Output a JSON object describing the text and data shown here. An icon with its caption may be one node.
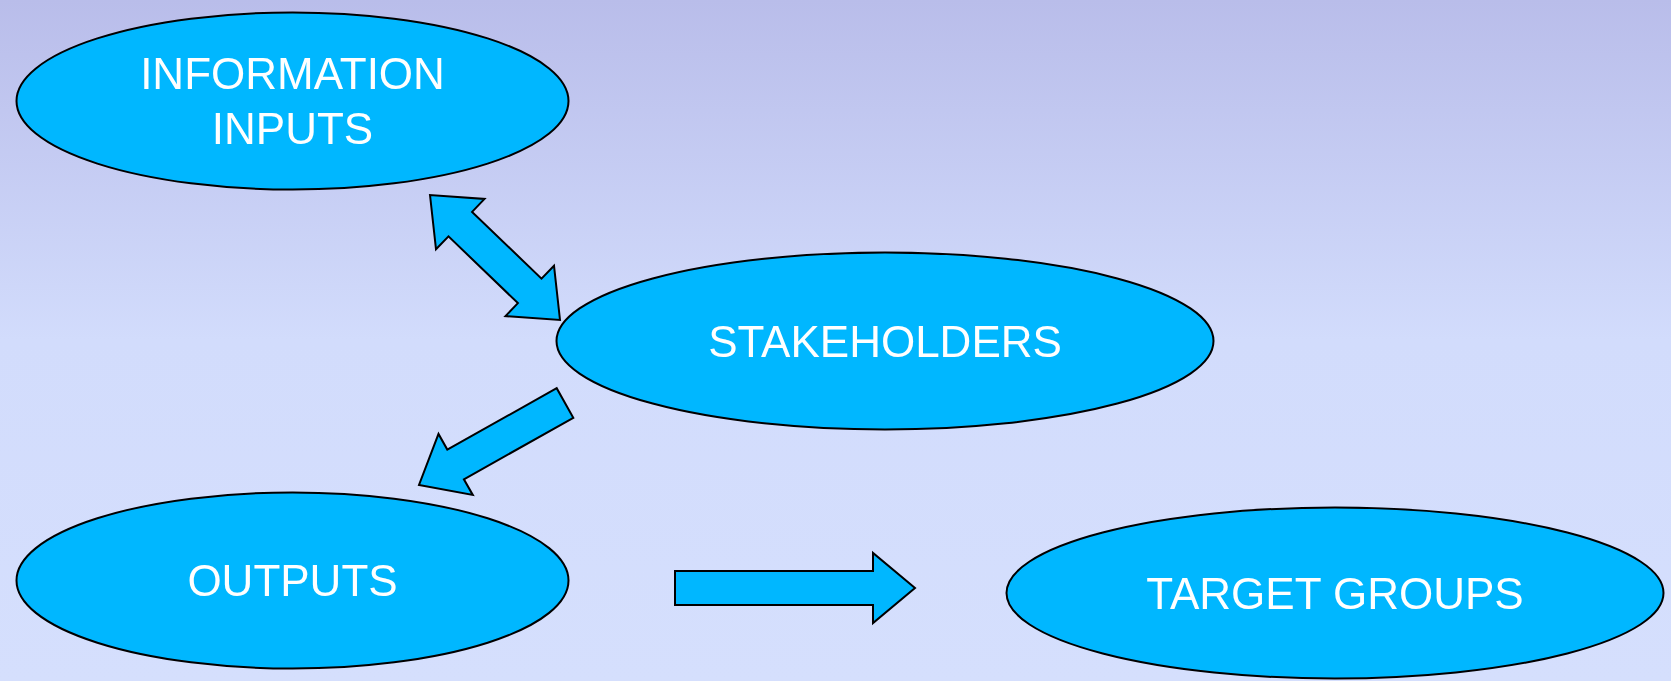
{
  "diagram": {
    "nodes": [
      {
        "text": [
          "INFORMATION INPUTS"
        ]
      },
      {
        "text": [
          "STAKEHOLDERS"
        ]
      },
      {
        "text": [
          "OUTPUTS"
        ]
      },
      {
        "text": [
          "TARGET GROUPS"
        ]
      }
    ],
    "edges": [
      {
        "from": 0,
        "to": 1,
        "arrow": "both",
        "style": "thick"
      },
      {
        "from": 1,
        "to": 2,
        "arrow": "to",
        "style": "thick"
      },
      {
        "from": 2,
        "to": 3,
        "arrow": "to",
        "style": "thick"
      }
    ]
  }
}
